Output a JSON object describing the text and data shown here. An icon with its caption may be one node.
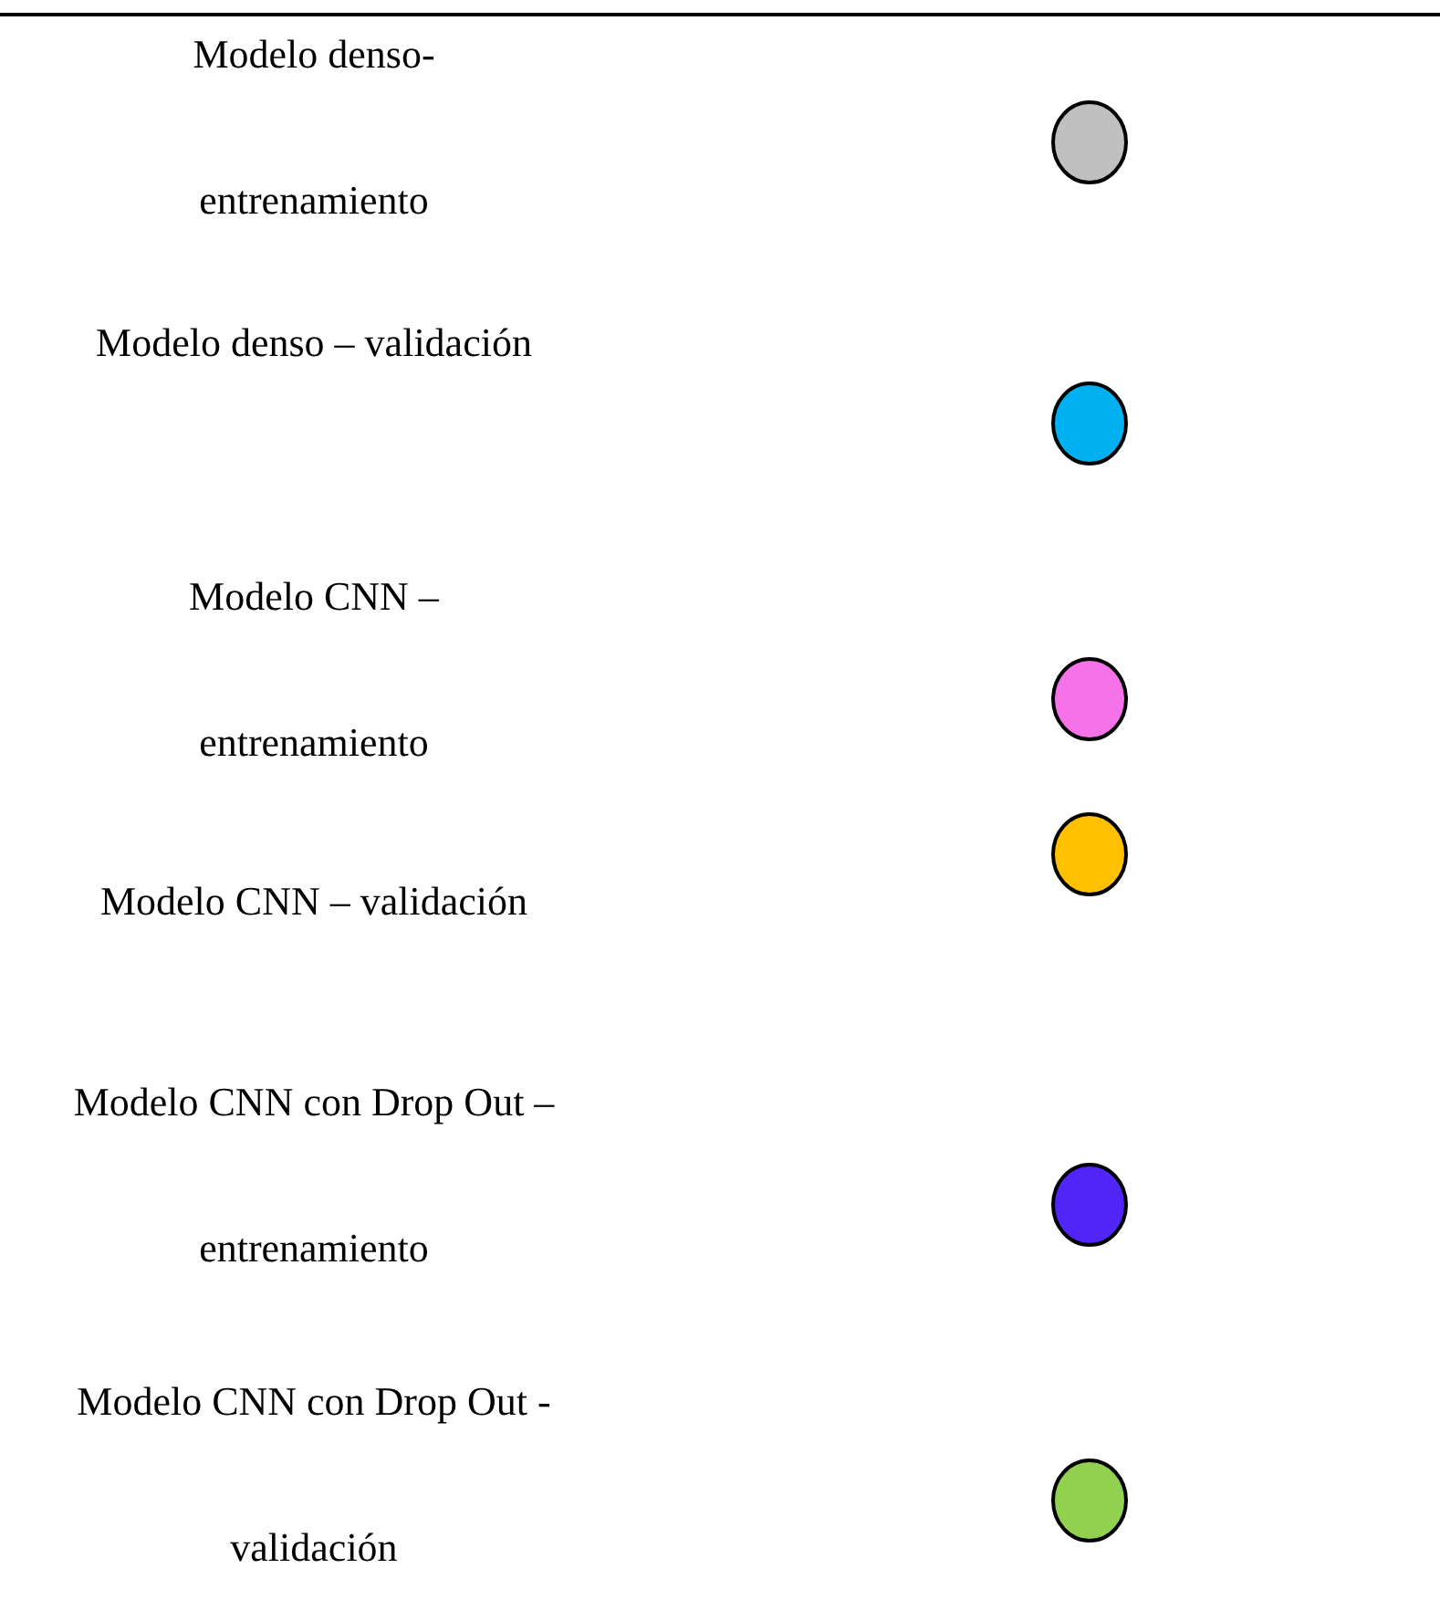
{
  "diagram": {
    "legend": [
      {
        "text": "Modelo denso- entrenamiento",
        "color": "#c0c0c0"
      },
      {
        "text": "Modelo denso – validación",
        "color": "#00b0f0"
      },
      {
        "text": "Modelo CNN – entrenamiento",
        "color": "#f672e8"
      },
      {
        "text": "Modelo CNN – validación",
        "color": "#ffc000"
      },
      {
        "text": "Modelo CNN con Drop Out – entrenamiento",
        "color": "#5125f5"
      },
      {
        "text": "Modelo CNN con Drop Out - validación",
        "color": "#92d050"
      }
    ]
  }
}
